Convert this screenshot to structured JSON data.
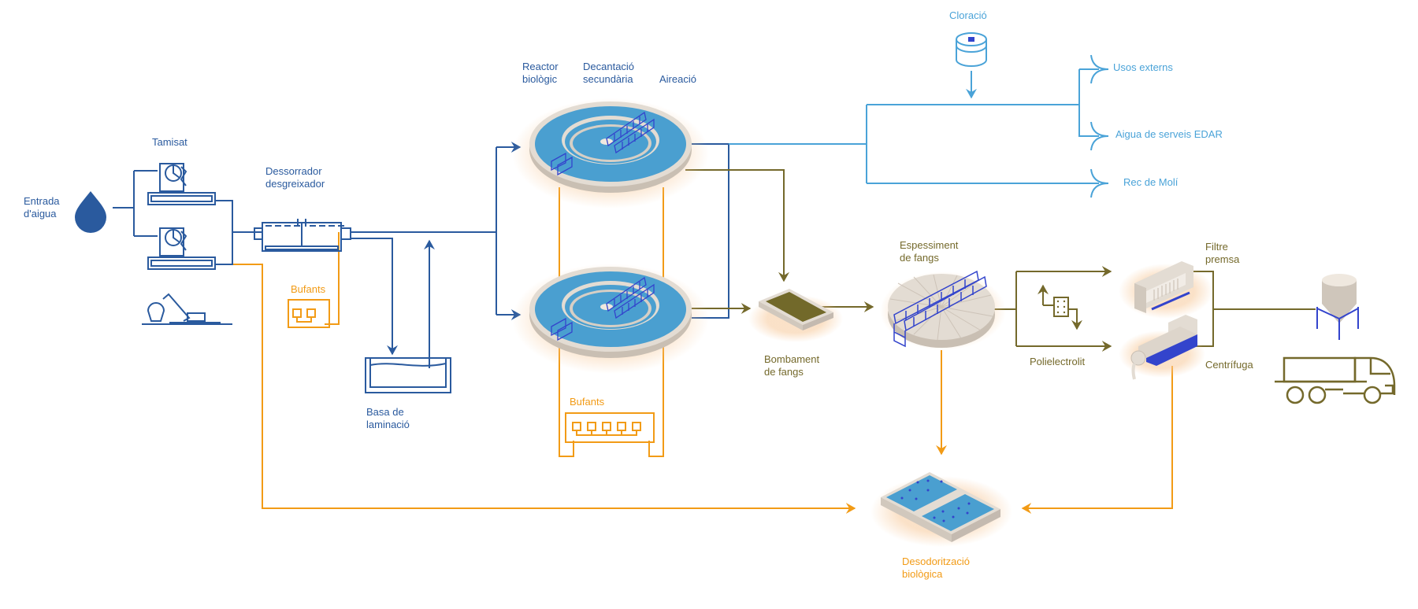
{
  "colors": {
    "water_dark": "#2a5a9e",
    "water_light": "#4aa3d8",
    "sludge": "#74692b",
    "air": "#f29b16",
    "equipment_blue": "#3344cc",
    "basin_fill": "#4a9fd0",
    "concrete": "#d9d1c8"
  },
  "labels": {
    "entrada": "Entrada\nd'aigua",
    "tamisat": "Tamisat",
    "dessorrador": "Dessorrador\ndesgreixador",
    "bufants_1": "Bufants",
    "basa": "Basa de\nlaminació",
    "reactor": "Reactor\nbiològic",
    "decantacio": "Decantació\nsecundària",
    "aireacio": "Aireació",
    "bufants_2": "Bufants",
    "cloracio": "Cloració",
    "usos_externs": "Usos externs",
    "aigua_serveis": "Aigua de serveis EDAR",
    "rec_moli": "Rec de Molí",
    "bombament": "Bombament\nde fangs",
    "espessiment": "Espessiment\nde fangs",
    "polielectrolit": "Polielectrolit",
    "filtre": "Filtre\npremsa",
    "centrifuga": "Centrífuga",
    "desodoritzacio": "Desodorització\nbiològica"
  },
  "icons": [
    "water-drop-icon",
    "screen-icon",
    "conveyor-icon",
    "grit-chamber-icon",
    "blower-icon",
    "lamination-basin-icon",
    "clarifier-icon",
    "chlorination-tank-icon",
    "sludge-pump-icon",
    "thickener-icon",
    "polyelectrolyte-icon",
    "filter-press-icon",
    "centrifuge-icon",
    "silo-icon",
    "truck-icon",
    "biofilter-icon"
  ]
}
